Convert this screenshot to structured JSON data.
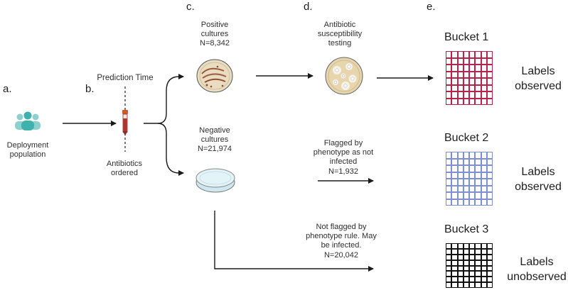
{
  "panels": {
    "a": {
      "letter": "a.",
      "population_label": "Deployment\npopulation"
    },
    "b": {
      "letter": "b.",
      "prediction_time": "Prediction Time",
      "antibiotics_label": "Antibiotics\nordered"
    },
    "c": {
      "letter": "c.",
      "positive_label": "Positive\ncultures\nN=8,342",
      "negative_label": "Negative\ncultures\nN=21,974"
    },
    "d": {
      "letter": "d.",
      "ast_label": "Antibiotic\nsusceptibility\ntesting"
    },
    "e": {
      "letter": "e."
    }
  },
  "flags": {
    "flagged": "Flagged by\nphenotype as not\ninfected\nN=1,932",
    "not_flagged": "Not flagged by\nphenotype rule. May\nbe infected.\nN=20,042"
  },
  "buckets": [
    {
      "title": "Bucket 1",
      "label": "Labels\nobserved",
      "color": "#b8234a"
    },
    {
      "title": "Bucket 2",
      "label": "Labels\nobserved",
      "color": "#7f8fd3"
    },
    {
      "title": "Bucket 3",
      "label": "Labels\nunobserved",
      "color": "#111111"
    }
  ],
  "colors": {
    "people": "#3fb2ae",
    "tube_red": "#b5332a",
    "dish_positive": "#e9dcc0",
    "dish_negative": "#d9eef4",
    "arrow": "#1a1a1a"
  }
}
